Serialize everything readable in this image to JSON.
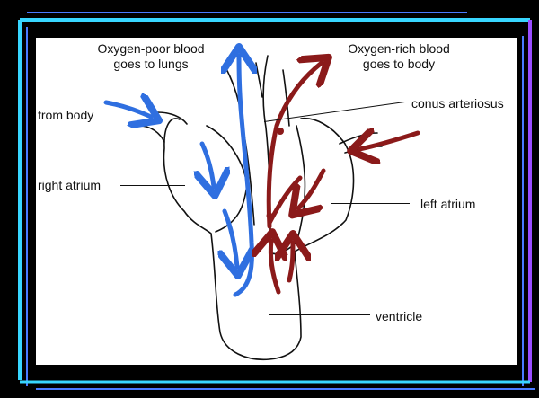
{
  "labels": {
    "oxygen_poor_line1": "Oxygen-poor blood",
    "oxygen_poor_line2": "goes to lungs",
    "oxygen_rich_line1": "Oxygen-rich blood",
    "oxygen_rich_line2": "goes to body",
    "from_body": "from body",
    "conus_arteriosus": "conus arteriosus",
    "right_atrium": "right atrium",
    "left_atrium": "left atrium",
    "ventricle": "ventricle"
  },
  "colors": {
    "deoxygenated_arrow": "#2f6fe0",
    "oxygenated_arrow": "#8b1a1a",
    "outline": "#111111",
    "frame_cyan": "#38d6ff",
    "frame_blue": "#4a7bff",
    "frame_purple": "#9a4dff"
  },
  "icons": [
    "blue-arrow-icon",
    "red-arrow-icon"
  ]
}
